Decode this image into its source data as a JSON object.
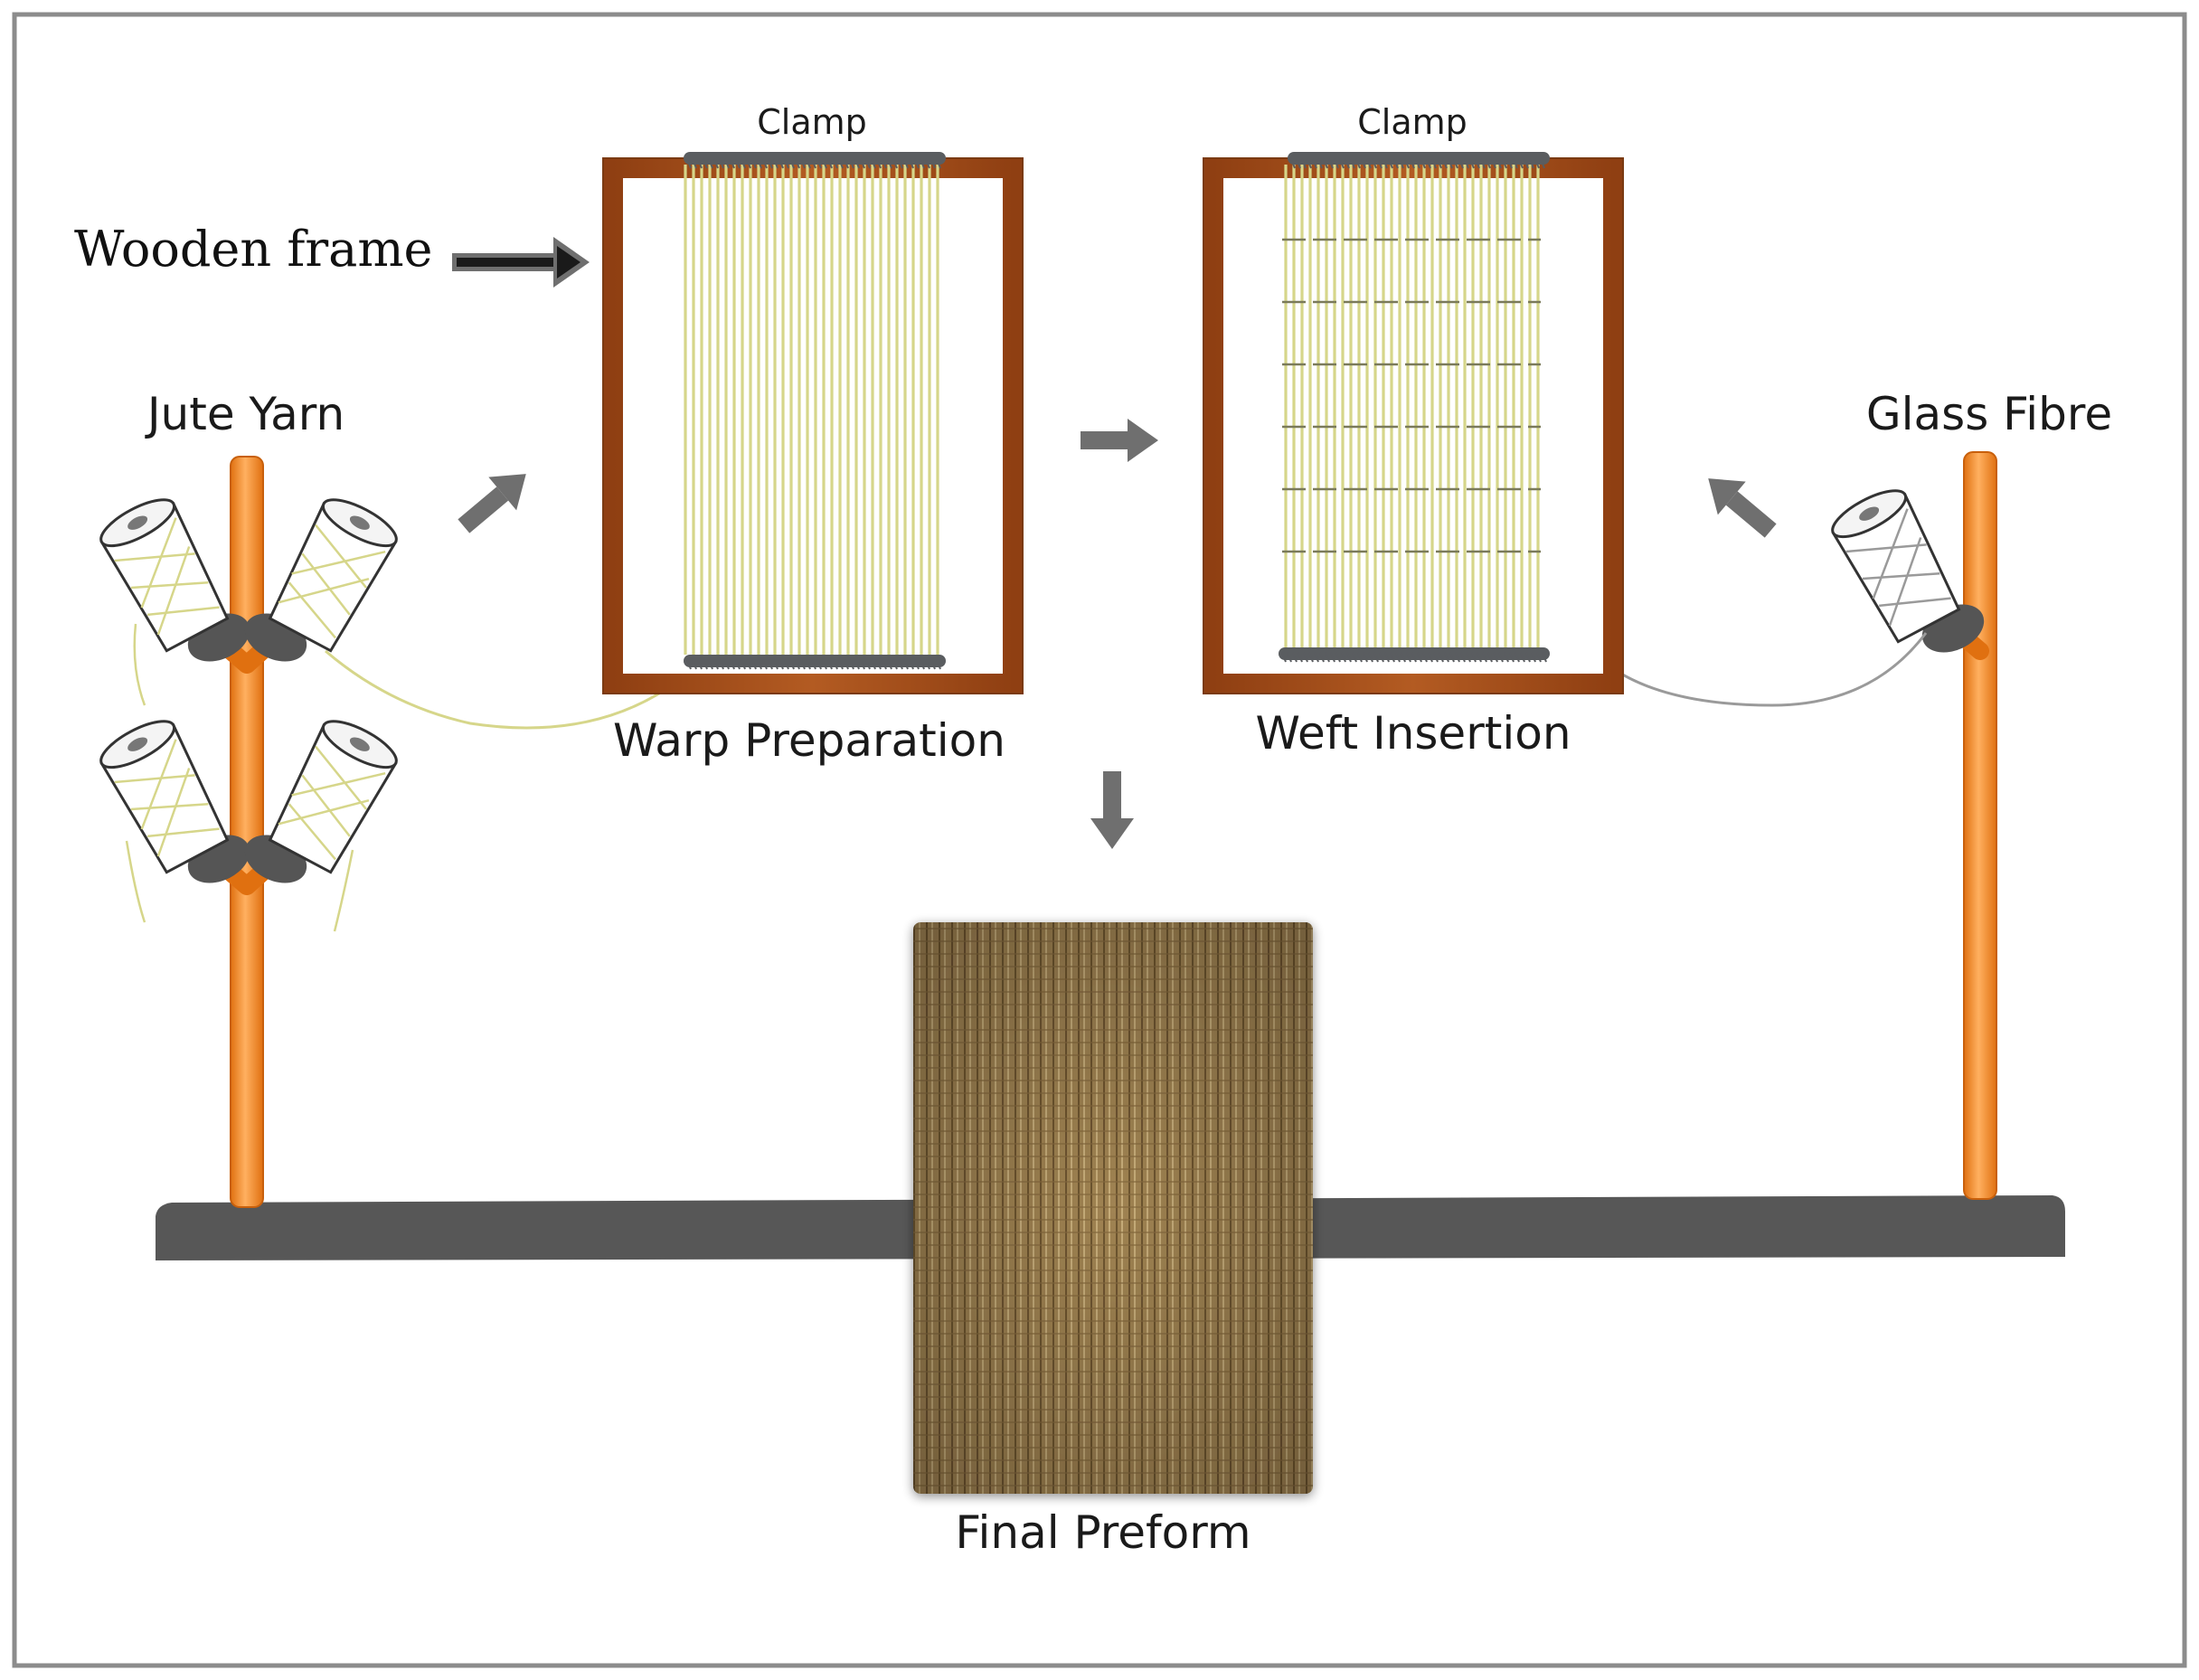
{
  "labels": {
    "wooden_frame": "Wooden frame",
    "jute_yarn": "Jute Yarn",
    "glass_fibre": "Glass Fibre",
    "clamp_warp": "Clamp",
    "clamp_weft": "Clamp",
    "warp_preparation": "Warp Preparation",
    "weft_insertion": "Weft Insertion",
    "final_preform": "Final Preform"
  },
  "colors": {
    "border": "#8c8c8c",
    "wood": "#a8521c",
    "wood_dark": "#7a3a12",
    "clamp": "#5a5d60",
    "jute_yarn": "#d6d68a",
    "glass_yarn": "#9a9a9a",
    "stand_pole": "#f28a1a",
    "base_bar": "#575757",
    "arrow": "#6f6f6f",
    "arrow_black": "#1a1a1a",
    "preform": "#9c8050"
  }
}
